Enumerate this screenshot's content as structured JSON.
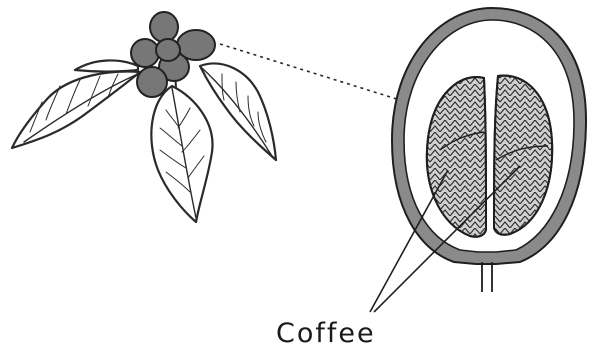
{
  "caption": "Coffee",
  "colors": {
    "ink": "#2a2a2a",
    "berry_fill": "#777777",
    "fruit_skin": "#8a8a8a",
    "bean_fill": "#cfcfcf",
    "background": "#ffffff"
  },
  "parts": {
    "plant_sprig": "coffee-branch-with-berries",
    "cross_section": "coffee-cherry-cross-section",
    "seeds": "two-coffee-beans"
  }
}
